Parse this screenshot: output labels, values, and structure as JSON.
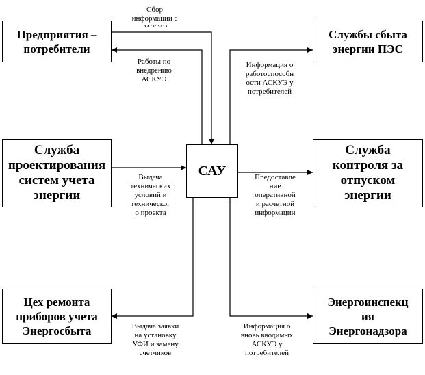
{
  "center": {
    "label": "САУ"
  },
  "boxes": {
    "consumers": "Предприятия –\nпотребители",
    "sales": "Службы сбыта\nэнергии ПЭС",
    "design": "Служба\nпроектирования\nсистем учета\nэнергии",
    "release_control": "Служба\nконтроля за\nотпуском\nэнергии",
    "repair": "Цех ремонта\nприборов учета\nЭнергосбыта",
    "inspection": "Энергоинспекц\nия\nЭнергонадзора"
  },
  "labels": {
    "collect": "Сбор\nинформации с\nАСКУЭ",
    "works": "Работы по\nвнедрению\nАСКУЭ",
    "operability": "Информация о\nработоспособн\nости АСКУЭ у\nпотребителей",
    "issue_conditions": "Выдача\nтехнических\nусловий и\nтехническог\nо проекта",
    "operative": "Предоставле\nние\nоперативной\nи расчетной\nинформации",
    "request": "Выдача заявки\nна установку\nУФИ и замену\nсчетчиков",
    "new_askue": "Информация о\nвновь вводимых\nАСКУЭ у\nпотребителей"
  }
}
